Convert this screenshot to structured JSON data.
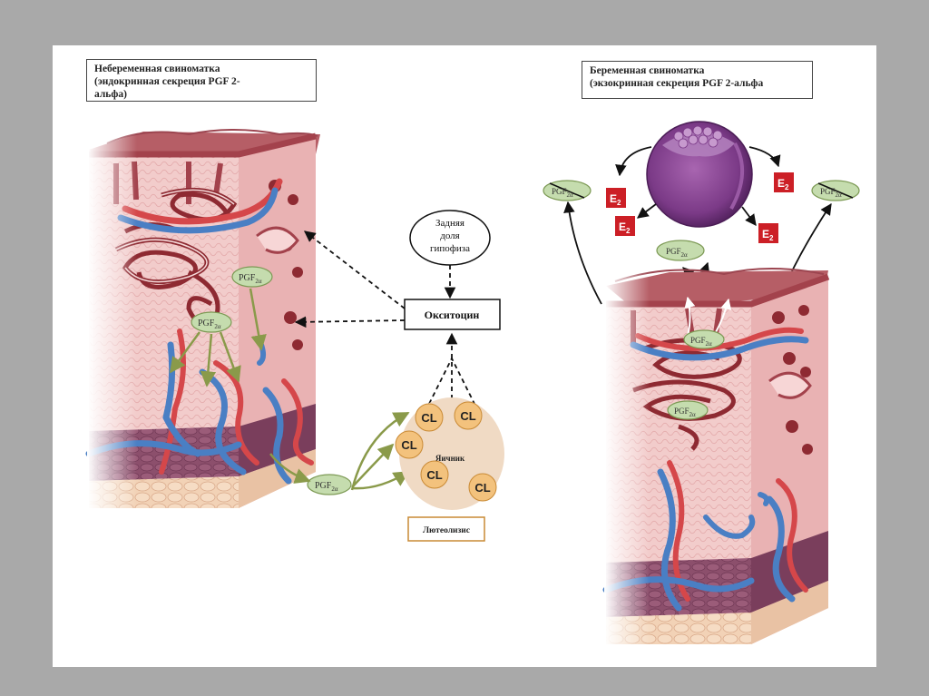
{
  "captions": {
    "nonpregnant": {
      "line1": "Небеременная свиноматка",
      "line2": "(эндокринная секреция PGF 2-",
      "line3": "альфа)"
    },
    "pregnant": {
      "line1": "Беременная свиноматка",
      "line2": "(экзокринная секреция PGF 2-альфа"
    }
  },
  "pituitary": {
    "line1": "Задняя",
    "line2": "доля",
    "line3": "гипофиза"
  },
  "oxytocin": "Окситоцин",
  "ovary": {
    "label": "Яичник",
    "cl": "CL"
  },
  "luteolysis": "Лютеолизис",
  "pgf": {
    "base": "PGF",
    "sub": "2α"
  },
  "e2": {
    "base": "E",
    "sub": "2"
  },
  "colors": {
    "tissue": "#eec1c0",
    "tissue_dark": "#b4606a",
    "gland": "#8e2a32",
    "vein": "#4a7fc4",
    "artery": "#d5474a",
    "pgf_bubble": "#c5dcae",
    "cl": "#f3c27d",
    "ovary": "#f0dac4",
    "e2_box": "#cc1f26",
    "embryo": "#7b3a87",
    "arrow": "#111111",
    "frame": "#a9a9a9"
  }
}
